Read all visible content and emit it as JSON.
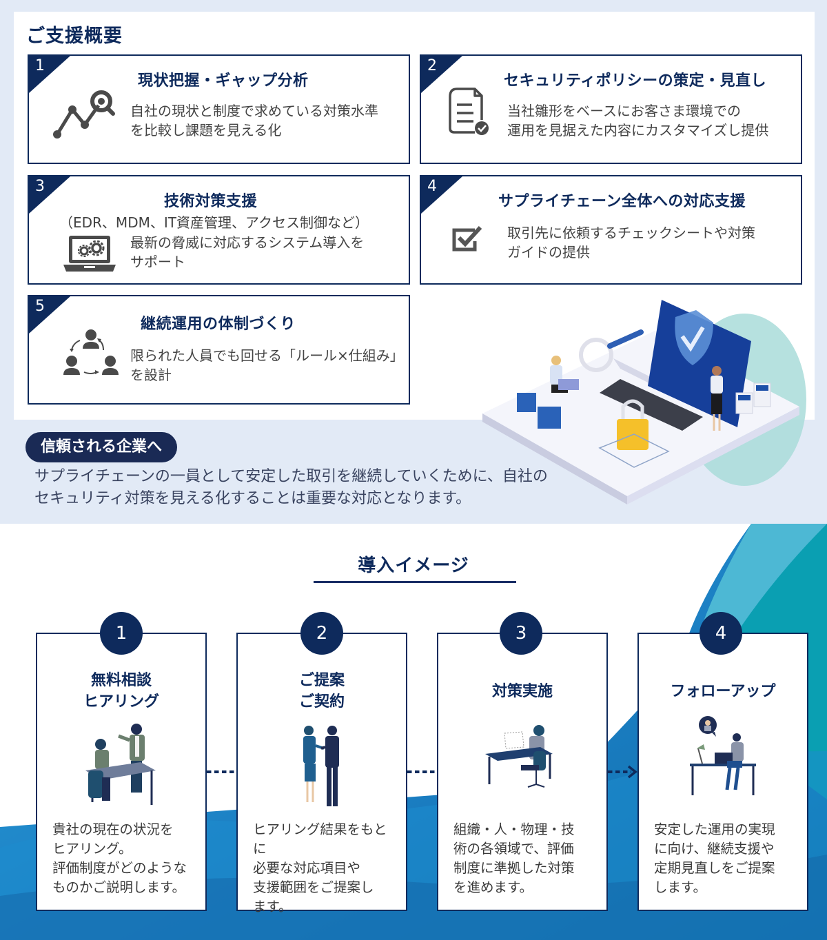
{
  "overview": {
    "title": "ご支援概要",
    "cards": [
      {
        "num": "1",
        "title": "現状把握・ギャップ分析",
        "icon": "chart-search-icon",
        "lines": [
          "自社の現状と制度で求めている対策水準",
          "を比較し課題を見える化"
        ]
      },
      {
        "num": "2",
        "title": "セキュリティポリシーの策定・見直し",
        "icon": "document-check-icon",
        "lines": [
          "当社雛形をベースにお客さま環境での",
          "運用を見据えた内容にカスタマイズし提供"
        ]
      },
      {
        "num": "3",
        "title": "技術対策支援",
        "subtitle": "（EDR、MDM、IT資産管理、アクセス制御など）",
        "icon": "laptop-gears-icon",
        "lines": [
          "最新の脅威に対応するシステム導入を",
          "サポート"
        ]
      },
      {
        "num": "4",
        "title": "サプライチェーン全体への対応支援",
        "icon": "checkbox-icon",
        "lines": [
          "取引先に依頼するチェックシートや対策",
          "ガイドの提供"
        ]
      },
      {
        "num": "5",
        "title": "継続運用の体制づくり",
        "icon": "team-cycle-icon",
        "lines": [
          "限られた人員でも回せる「ルール×仕組み」",
          "を設計"
        ]
      }
    ]
  },
  "trust": {
    "badge": "信頼される企業へ",
    "lines": [
      "サプライチェーンの一員として安定した取引を継続していくために、自社の",
      "セキュリティ対策を見える化することは重要な対応となります。"
    ]
  },
  "introduction": {
    "title": "導入イメージ",
    "steps": [
      {
        "num": "1",
        "title_lines": [
          "無料相談",
          "ヒアリング"
        ],
        "lines": [
          "貴社の現在の状況を",
          "ヒアリング。",
          "評価制度がどのような",
          "ものかご説明します。"
        ]
      },
      {
        "num": "2",
        "title_lines": [
          "ご提案",
          "ご契約"
        ],
        "lines": [
          "ヒアリング結果をもとに",
          "必要な対応項目や",
          "支援範囲をご提案し",
          "ます。"
        ]
      },
      {
        "num": "3",
        "title_lines": [
          "対策実施"
        ],
        "lines": [
          "組織・人・物理・技",
          "術の各領域で、評価",
          "制度に準拠した対策",
          "を進めます。"
        ]
      },
      {
        "num": "4",
        "title_lines": [
          "フォローアップ"
        ],
        "lines": [
          "安定した運用の実現",
          "に向け、継続支援や",
          "定期見直しをご提案",
          "します。"
        ]
      }
    ]
  },
  "colors": {
    "navy": "#0e2a5c",
    "badge_bg": "#1a2a55",
    "top_bg": "#e2eaf6",
    "wave_light": "#29a8dc",
    "wave_teal": "#0a9fb2",
    "wave_dark": "#1466a8",
    "lock_yellow": "#f5c02a",
    "screen_blue": "#163f9a"
  }
}
